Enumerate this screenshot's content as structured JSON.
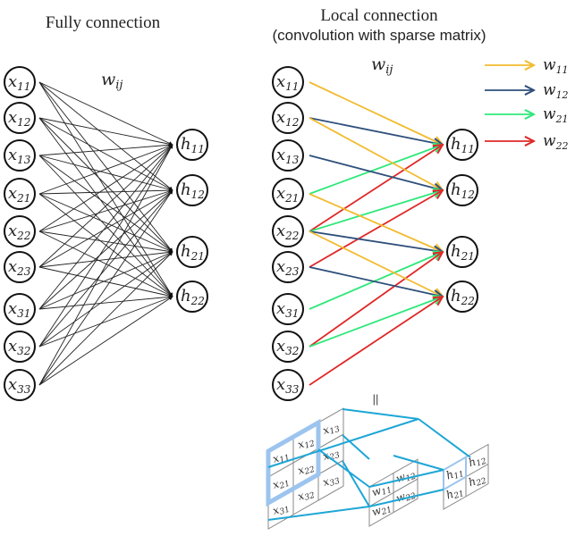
{
  "titles": {
    "fully": "Fully connection",
    "local_line1": "Local connection",
    "local_line2": "(convolution with sparse matrix)"
  },
  "weight_label": {
    "base": "w",
    "sub": "ij"
  },
  "equals_sign": "||",
  "inputs": [
    {
      "base": "x",
      "sub": "11"
    },
    {
      "base": "x",
      "sub": "12"
    },
    {
      "base": "x",
      "sub": "13"
    },
    {
      "base": "x",
      "sub": "21"
    },
    {
      "base": "x",
      "sub": "22"
    },
    {
      "base": "x",
      "sub": "23"
    },
    {
      "base": "x",
      "sub": "31"
    },
    {
      "base": "x",
      "sub": "32"
    },
    {
      "base": "x",
      "sub": "33"
    }
  ],
  "outputs": [
    {
      "base": "h",
      "sub": "11"
    },
    {
      "base": "h",
      "sub": "12"
    },
    {
      "base": "h",
      "sub": "21"
    },
    {
      "base": "h",
      "sub": "22"
    }
  ],
  "legend": [
    {
      "base": "w",
      "sub": "11",
      "color": "#f2bb2e"
    },
    {
      "base": "w",
      "sub": "12",
      "color": "#2e4f7a"
    },
    {
      "base": "w",
      "sub": "21",
      "color": "#2ee87a"
    },
    {
      "base": "w",
      "sub": "22",
      "color": "#e02828"
    }
  ],
  "local_connections": [
    {
      "from": 0,
      "to": 0,
      "w": 0
    },
    {
      "from": 1,
      "to": 0,
      "w": 1
    },
    {
      "from": 3,
      "to": 0,
      "w": 2
    },
    {
      "from": 4,
      "to": 0,
      "w": 3
    },
    {
      "from": 1,
      "to": 1,
      "w": 0
    },
    {
      "from": 2,
      "to": 1,
      "w": 1
    },
    {
      "from": 4,
      "to": 1,
      "w": 2
    },
    {
      "from": 5,
      "to": 1,
      "w": 3
    },
    {
      "from": 3,
      "to": 2,
      "w": 0
    },
    {
      "from": 4,
      "to": 2,
      "w": 1
    },
    {
      "from": 6,
      "to": 2,
      "w": 2
    },
    {
      "from": 7,
      "to": 2,
      "w": 3
    },
    {
      "from": 4,
      "to": 3,
      "w": 0
    },
    {
      "from": 5,
      "to": 3,
      "w": 1
    },
    {
      "from": 7,
      "to": 3,
      "w": 2
    },
    {
      "from": 8,
      "to": 3,
      "w": 3
    }
  ],
  "grids": {
    "input": [
      [
        "x11",
        "x12",
        "x13"
      ],
      [
        "x21",
        "x22",
        "x23"
      ],
      [
        "x31",
        "x32",
        "x33"
      ]
    ],
    "kernel": [
      [
        "w11",
        "w12"
      ],
      [
        "w21",
        "w22"
      ]
    ],
    "output": [
      [
        "h11",
        "h12"
      ],
      [
        "h21",
        "h22"
      ]
    ]
  },
  "colors": {
    "fully_edge": "#222222",
    "map_line": "#1ea6d6",
    "highlight": "#9cc4ee",
    "grid_line": "#8a8a8a"
  }
}
